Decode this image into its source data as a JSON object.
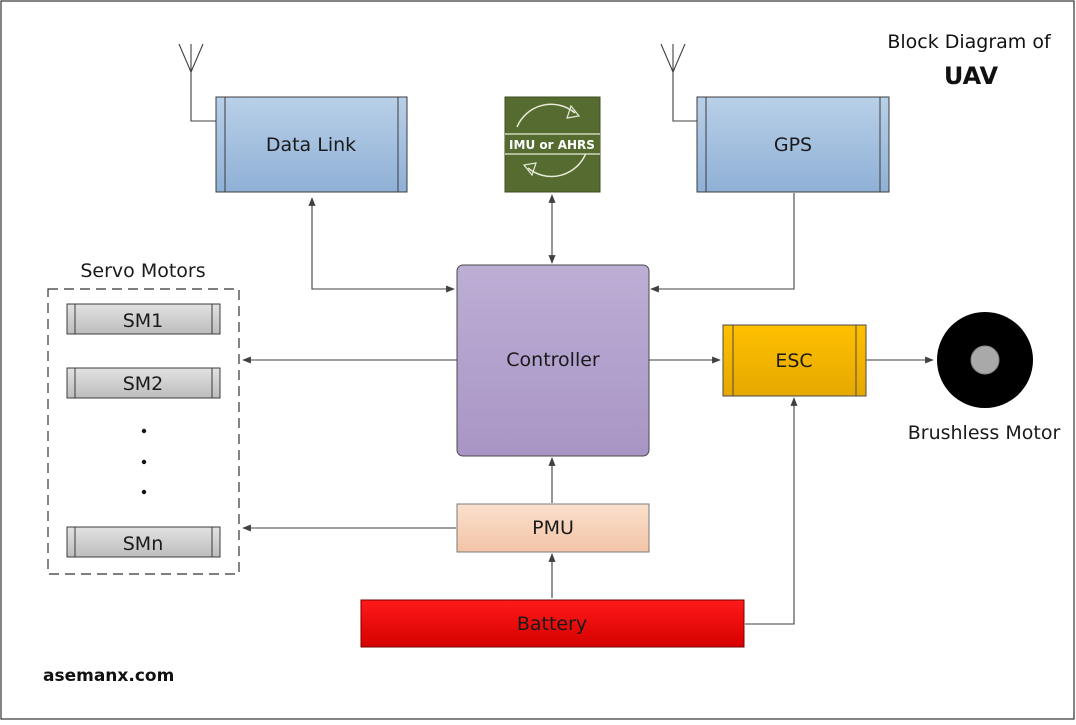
{
  "diagram": {
    "title_line1": "Block Diagram of",
    "title_line2": "UAV",
    "website": "asemanx.com",
    "blocks": {
      "data_link": "Data Link",
      "imu": "IMU or AHRS",
      "gps": "GPS",
      "controller": "Controller",
      "esc": "ESC",
      "pmu": "PMU",
      "battery": "Battery",
      "brushless_motor": "Brushless Motor"
    },
    "servo_group": {
      "label": "Servo Motors",
      "items": [
        "SM1",
        "SM2",
        "SMn"
      ]
    }
  },
  "colors": {
    "data_link_fill": "#a7c2df",
    "gps_fill": "#a7c2df",
    "imu_fill": "#566b2f",
    "controller_fill": "#b3a3cc",
    "esc_fill": "#f5b400",
    "pmu_fill": "#f7d3bb",
    "battery_fill": "#e80000",
    "servo_fill": "#d0d0d0",
    "motor_outer": "#000000",
    "motor_inner": "#a9a9a9"
  }
}
